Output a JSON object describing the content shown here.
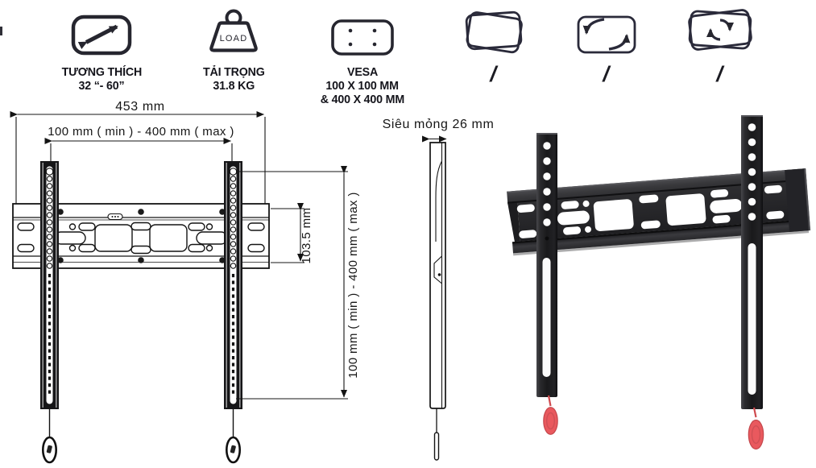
{
  "features": {
    "compatibility": {
      "title": "TƯƠNG THÍCH",
      "value": "32 “- 60”"
    },
    "load": {
      "icon_text": "LOAD",
      "title": "TẢI TRỌNG",
      "value": "31.8 KG"
    },
    "vesa": {
      "title": "VESA",
      "value_line1": "100 X 100 MM",
      "value_line2": "& 400 X 400 MM"
    },
    "swivel": {
      "na": "/"
    },
    "tilt": {
      "na": "/"
    },
    "rotate": {
      "na": "/"
    }
  },
  "dimensions": {
    "total_width": "453 mm",
    "horizontal_range": "100 mm ( min ) - 400 mm ( max )",
    "plate_height": "103.5 mm",
    "vertical_range": "100 mm ( min ) - 400 mm ( max )",
    "thickness": "Siêu mỏng 26 mm"
  },
  "colors": {
    "line": "#141414",
    "icon_stroke": "#26262f",
    "bracket_dark": "#232326",
    "accent_red": "#e9595e"
  }
}
